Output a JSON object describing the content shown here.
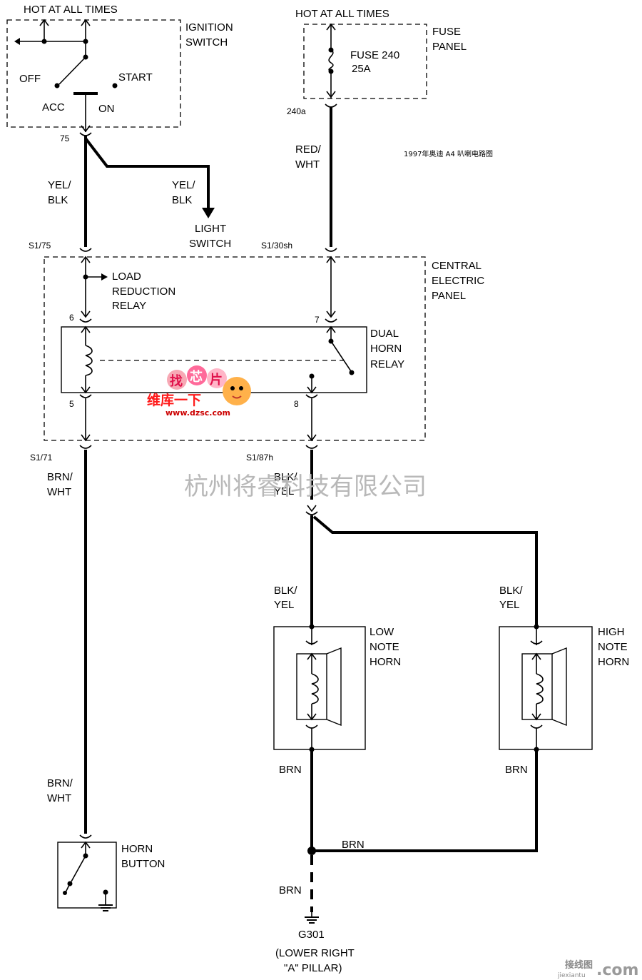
{
  "ignition": {
    "hot_label": "HOT AT ALL TIMES",
    "title": [
      "IGNITION",
      "SWITCH"
    ],
    "off": "OFF",
    "start": "START",
    "acc": "ACC",
    "on": "ON",
    "pin": "75"
  },
  "fuse": {
    "hot_label": "HOT AT ALL TIMES",
    "title": [
      "FUSE",
      "PANEL"
    ],
    "name": "FUSE 240",
    "rating": "25A",
    "pin": "240a"
  },
  "caption": "1997年奥迪 A4 叭喇电路图",
  "wires": {
    "yel_blk_1": [
      "YEL/",
      "BLK"
    ],
    "yel_blk_2": [
      "YEL/",
      "BLK"
    ],
    "red_wht": [
      "RED/",
      "WHT"
    ],
    "brn_wht_1": [
      "BRN/",
      "WHT"
    ],
    "brn_wht_2": [
      "BRN/",
      "WHT"
    ],
    "blk_yel_1": [
      "BLK/",
      "YEL"
    ],
    "blk_yel_2": [
      "BLK/",
      "YEL"
    ],
    "blk_yel_3": [
      "BLK/",
      "YEL"
    ],
    "brn_low": "BRN",
    "brn_high": "BRN",
    "brn_splice": "BRN",
    "brn_ground": "BRN"
  },
  "light_switch": [
    "LIGHT",
    "SWITCH"
  ],
  "central_panel": {
    "title": [
      "CENTRAL",
      "ELECTRIC",
      "PANEL"
    ],
    "s1_75": "S1/75",
    "s1_30sh": "S1/30sh",
    "s1_71": "S1/71",
    "s1_87h": "S1/87h",
    "load_relay": [
      "LOAD",
      "REDUCTION",
      "RELAY"
    ],
    "pins": {
      "p6": "6",
      "p7": "7",
      "p5": "5",
      "p8": "8"
    }
  },
  "relay": {
    "title": [
      "DUAL",
      "HORN",
      "RELAY"
    ]
  },
  "low_horn": [
    "LOW",
    "NOTE",
    "HORN"
  ],
  "high_horn": [
    "HIGH",
    "NOTE",
    "HORN"
  ],
  "horn_button": [
    "HORN",
    "BUTTON"
  ],
  "ground": {
    "id": "G301",
    "location": [
      "(LOWER RIGHT",
      "\"A\" PILLAR)"
    ]
  },
  "watermark_company": "杭州将睿科技有限公司",
  "watermark_logo": {
    "chars": [
      "找",
      "芯",
      "片"
    ],
    "slogan": "维库一下",
    "url": "www.dzsc.com"
  },
  "watermark_site": {
    "name": "接线图",
    "sub": "jiexiantu",
    "com": ".com"
  }
}
